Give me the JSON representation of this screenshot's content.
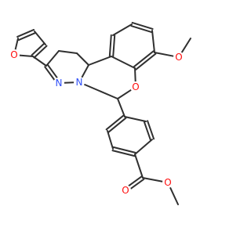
{
  "molecule": {
    "atom_labels": {
      "furan_oxygen": "O",
      "pyrazoline_nitrogen_double": "N",
      "pyrazoline_nitrogen_ring": "N",
      "oxazine_oxygen": "O",
      "methoxy_oxygen": "O",
      "carbonyl_oxygen": "O",
      "ester_oxygen": "O"
    }
  },
  "colors": {
    "bond": "#303030",
    "oxygen": "#ff0d0d",
    "nitrogen": "#3050f8"
  }
}
